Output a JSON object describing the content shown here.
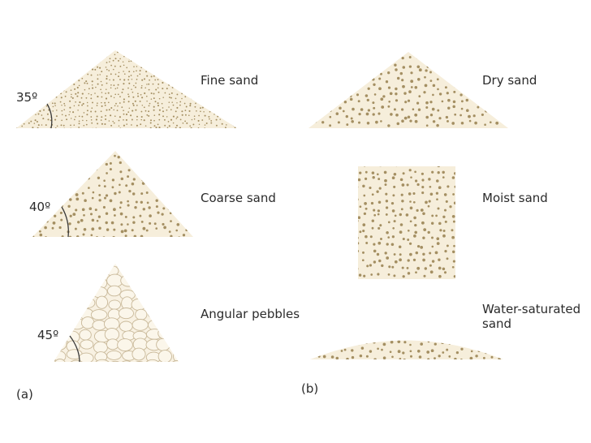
{
  "panels": {
    "a": {
      "label": "(a)",
      "piles": [
        {
          "name": "Fine sand",
          "angle": "35º"
        },
        {
          "name": "Coarse sand",
          "angle": "40º"
        },
        {
          "name": "Angular pebbles",
          "angle": "45º"
        }
      ]
    },
    "b": {
      "label": "(b)",
      "piles": [
        {
          "name": "Dry sand"
        },
        {
          "name": "Moist sand"
        },
        {
          "name": "Water-saturated sand"
        }
      ]
    }
  },
  "colors": {
    "fill": "#f6eedb",
    "grain": "#a48f62",
    "pebble_stroke": "#c9b99a",
    "angle_arc": "#3a3a3a"
  }
}
